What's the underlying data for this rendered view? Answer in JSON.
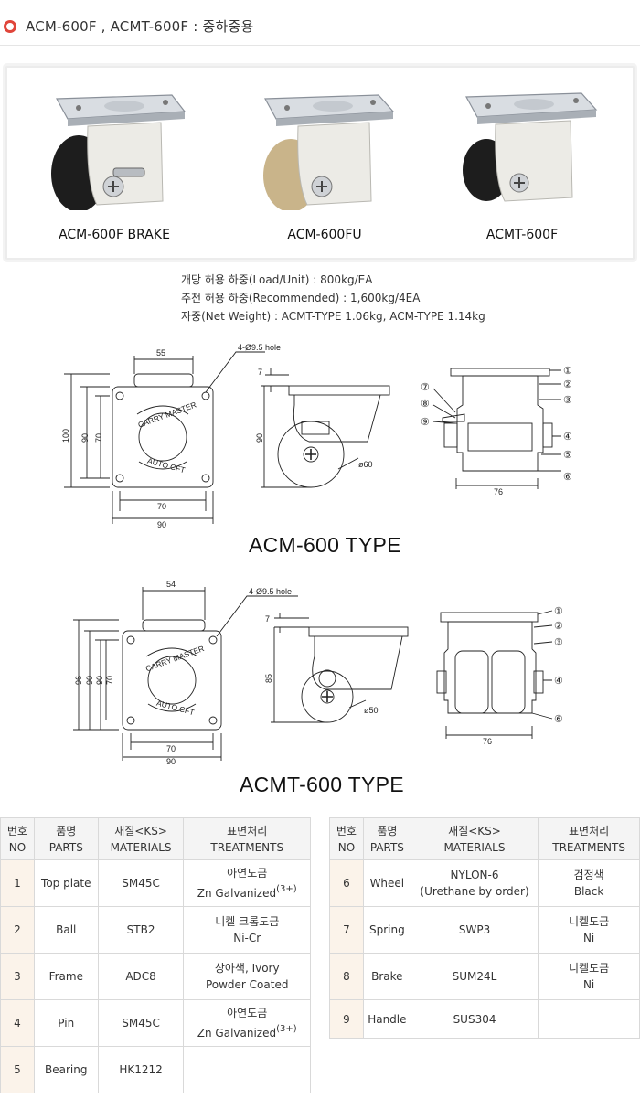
{
  "header": {
    "title": "ACM-600F , ACMT-600F : 중하중용"
  },
  "products": [
    {
      "label": "ACM-600F BRAKE",
      "wheel_color": "#1d1d1d"
    },
    {
      "label": "ACM-600FU",
      "wheel_color": "#c9b48a"
    },
    {
      "label": "ACMT-600F",
      "wheel_color": "#1d1d1d"
    }
  ],
  "specs": [
    "개당 허용 하중(Load/Unit) : 800kg/EA",
    "추천 허용 하중(Recommended) : 1,600kg/4EA",
    "자중(Net Weight) : ACMT-TYPE 1.06kg, ACM-TYPE 1.14kg"
  ],
  "drawing_acm": {
    "type_label": "ACM-600 TYPE",
    "plate_text_top": "CARRY MASTER",
    "plate_text_bottom": "AUTO CFT",
    "dim_top": "55",
    "hole_label": "4-Ø9.5 hole",
    "dim_left_100": "100",
    "dim_left_90": "90",
    "dim_left_70": "70",
    "dim_bottom_70": "70",
    "dim_bottom_90": "90",
    "dim_side_7": "7",
    "dim_side_90": "90",
    "dim_wheel": "ø60",
    "dim_front_76": "76",
    "callouts": [
      "①",
      "②",
      "③",
      "④",
      "⑤",
      "⑥",
      "⑦",
      "⑧",
      "⑨"
    ]
  },
  "drawing_acmt": {
    "type_label": "ACMT-600 TYPE",
    "plate_text_top": "CARRY MASTER",
    "plate_text_bottom": "AUTO CFT",
    "dim_top": "54",
    "hole_label": "4-Ø9.5 hole",
    "dim_left_96": "96",
    "dim_left_90a": "90",
    "dim_left_90b": "90",
    "dim_left_70": "70",
    "dim_bottom_70": "70",
    "dim_bottom_90": "90",
    "dim_side_7": "7",
    "dim_side_85": "85",
    "dim_wheel": "ø50",
    "dim_front_76": "76",
    "callouts": [
      "①",
      "②",
      "③",
      "④",
      "⑥"
    ]
  },
  "table_headers": {
    "no_ko": "번호",
    "no_en": "NO",
    "parts_ko": "품명",
    "parts_en": "PARTS",
    "materials_ko": "재질<KS>",
    "materials_en": "MATERIALS",
    "treatments_ko": "표면처리",
    "treatments_en": "TREATMENTS"
  },
  "table_left": [
    {
      "no": "1",
      "part": "Top plate",
      "material": "SM45C",
      "treat1": "아연도금",
      "treat2": "Zn Galvanized",
      "sup": "(3+)"
    },
    {
      "no": "2",
      "part": "Ball",
      "material": "STB2",
      "treat1": "니켈 크롬도금",
      "treat2": "Ni-Cr",
      "sup": ""
    },
    {
      "no": "3",
      "part": "Frame",
      "material": "ADC8",
      "treat1": "상아색, Ivory",
      "treat2": "Powder Coated",
      "sup": ""
    },
    {
      "no": "4",
      "part": "Pin",
      "material": "SM45C",
      "treat1": "아연도금",
      "treat2": "Zn Galvanized",
      "sup": "(3+)"
    },
    {
      "no": "5",
      "part": "Bearing",
      "material": "HK1212",
      "treat1": "",
      "treat2": "",
      "sup": ""
    }
  ],
  "table_right": [
    {
      "no": "6",
      "part": "Wheel",
      "material1": "NYLON-6",
      "material2": "(Urethane by order)",
      "treat1": "검정색",
      "treat2": "Black"
    },
    {
      "no": "7",
      "part": "Spring",
      "material1": "SWP3",
      "material2": "",
      "treat1": "니켈도금",
      "treat2": "Ni"
    },
    {
      "no": "8",
      "part": "Brake",
      "material1": "SUM24L",
      "material2": "",
      "treat1": "니켈도금",
      "treat2": "Ni"
    },
    {
      "no": "9",
      "part": "Handle",
      "material1": "SUS304",
      "material2": "",
      "treat1": "",
      "treat2": ""
    }
  ]
}
